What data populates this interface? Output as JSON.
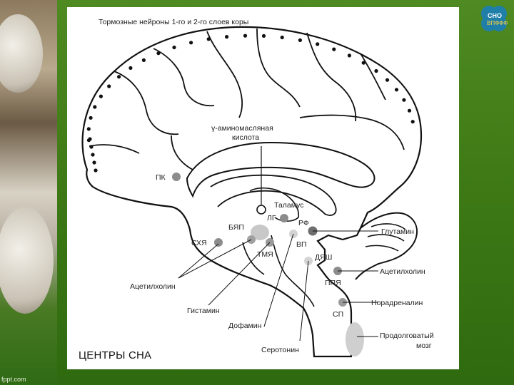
{
  "slide": {
    "caption": "ЦЕНТРЫ СНА",
    "watermark": "fppt.com",
    "logo": {
      "line1": "СНО",
      "line2": "ВПФФФ",
      "icon": "clover-icon"
    }
  },
  "diagram": {
    "title": "Тормозные нейроны 1-го и 2-го слоев коры",
    "gaba_line1": "γ-аминомасляная",
    "gaba_line2": "кислота",
    "nuclei": {
      "pk": "ПК",
      "thalamus": "Таламус",
      "lg": "ЛГ",
      "rf": "РФ",
      "byap": "БЯП",
      "skhya": "СХЯ",
      "tmya": "ТМЯ",
      "vp": "ВП",
      "dyash": "ДЯШ",
      "ppya": "ППЯ",
      "sp": "СП"
    },
    "transmitters": {
      "glutamine": "Глутамин",
      "acetylcholine_right": "Ацетилхолин",
      "noradrenaline": "Норадреналин",
      "medulla_line1": "Продолговатый",
      "medulla_line2": "мозг",
      "acetylcholine_left": "Ацетилхолин",
      "histamine": "Гистамин",
      "dopamine": "Дофамин",
      "serotonin": "Серотонин"
    }
  }
}
